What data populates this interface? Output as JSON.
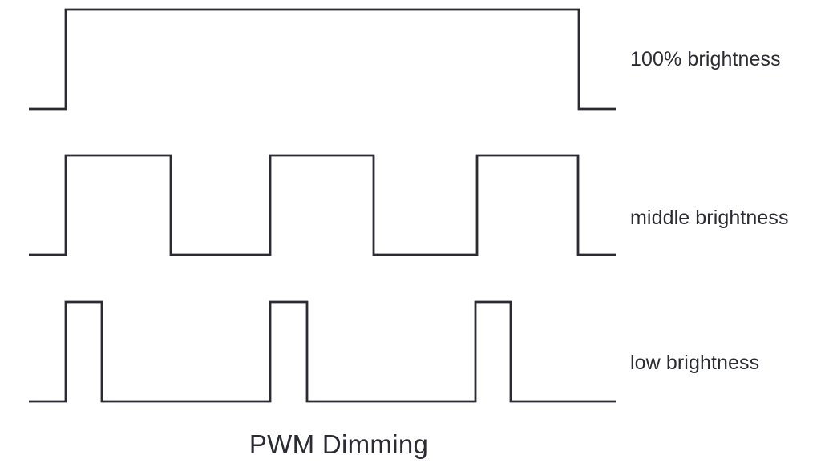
{
  "caption": "PWM Dimming",
  "labels": {
    "full": "100% brightness",
    "middle": "middle brightness",
    "low": "low brightness"
  },
  "colors": {
    "stroke": "#2b2b33",
    "background": "#ffffff",
    "text": "#2b2b33"
  },
  "chart_data": {
    "type": "line",
    "title": "PWM Dimming",
    "xlabel": "",
    "ylabel": "",
    "grid": false,
    "legend_position": "right",
    "axis_note": "Time on x-axis (unlabeled), signal level on y-axis (unlabeled, two-state: low/high)",
    "x_range": [
      36,
      768
    ],
    "series": [
      {
        "name": "100% brightness",
        "duty_cycle_percent": 100,
        "pulse_count": 1,
        "level_low": 136,
        "level_high": 12,
        "pulses": [
          [
            82,
            722
          ]
        ],
        "x_start": 36,
        "x_end": 768,
        "points": [
          [
            36,
            136
          ],
          [
            82,
            136
          ],
          [
            82,
            12
          ],
          [
            722,
            12
          ],
          [
            722,
            136
          ],
          [
            768,
            136
          ]
        ]
      },
      {
        "name": "middle brightness",
        "duty_cycle_percent": 50,
        "pulse_count": 3,
        "level_low": 318,
        "level_high": 194,
        "pulses": [
          [
            82,
            213
          ],
          [
            337,
            466
          ],
          [
            595,
            721
          ]
        ],
        "x_start": 36,
        "x_end": 768,
        "points": [
          [
            36,
            318
          ],
          [
            82,
            318
          ],
          [
            82,
            194
          ],
          [
            213,
            194
          ],
          [
            213,
            318
          ],
          [
            337,
            318
          ],
          [
            337,
            194
          ],
          [
            466,
            194
          ],
          [
            466,
            318
          ],
          [
            595,
            318
          ],
          [
            595,
            194
          ],
          [
            721,
            194
          ],
          [
            721,
            318
          ],
          [
            768,
            318
          ]
        ]
      },
      {
        "name": "low brightness",
        "duty_cycle_percent": 18,
        "pulse_count": 3,
        "level_low": 501,
        "level_high": 377,
        "pulses": [
          [
            82,
            127
          ],
          [
            337,
            383
          ],
          [
            593,
            637
          ]
        ],
        "x_start": 36,
        "x_end": 768,
        "points": [
          [
            36,
            501
          ],
          [
            82,
            501
          ],
          [
            82,
            377
          ],
          [
            127,
            377
          ],
          [
            127,
            501
          ],
          [
            337,
            501
          ],
          [
            337,
            377
          ],
          [
            383,
            377
          ],
          [
            383,
            501
          ],
          [
            593,
            501
          ],
          [
            593,
            377
          ],
          [
            637,
            377
          ],
          [
            637,
            501
          ],
          [
            768,
            501
          ]
        ]
      }
    ]
  }
}
